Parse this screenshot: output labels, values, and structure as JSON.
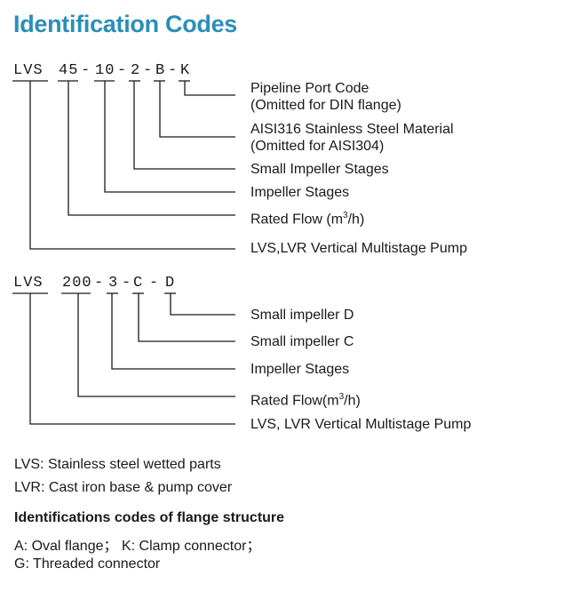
{
  "title": "Identification Codes",
  "diagram1": {
    "code": {
      "p1": "LVS",
      "p2": "45",
      "d1": "-",
      "p3": "10",
      "d2": "-",
      "p4": "2",
      "d3": "-",
      "p5": "B",
      "d4": "-",
      "p6": "K"
    },
    "labels": {
      "port_1": "Pipeline Port Code",
      "port_2": "(Omitted for DIN flange)",
      "material_1": "AISI316 Stainless Steel Material",
      "material_2": "(Omitted for AISI304)",
      "small_stages": "Small Impeller Stages",
      "stages": "Impeller Stages",
      "flow_prefix": "Rated Flow (m",
      "flow_sup": "3",
      "flow_suffix": "/h)",
      "pump": "LVS,LVR Vertical Multistage Pump"
    }
  },
  "diagram2": {
    "code": {
      "p1": "LVS",
      "p2": "200",
      "d1": "-",
      "p3": "3",
      "d2": "-",
      "p4": "C",
      "d3": "-",
      "p5": "D"
    },
    "labels": {
      "small_d": "Small impeller D",
      "small_c": "Small impeller C",
      "stages": "Impeller Stages",
      "flow_prefix": "Rated Flow(m",
      "flow_sup": "3",
      "flow_suffix": "/h)",
      "pump": "LVS, LVR Vertical Multistage Pump"
    }
  },
  "notes": {
    "lvs": "LVS: Stainless steel wetted parts",
    "lvr": "LVR: Cast iron base & pump cover"
  },
  "flange": {
    "heading": "Identifications codes of flange structure",
    "line1": "A: Oval flange； K: Clamp connector；",
    "line2": "G: Threaded connector"
  }
}
